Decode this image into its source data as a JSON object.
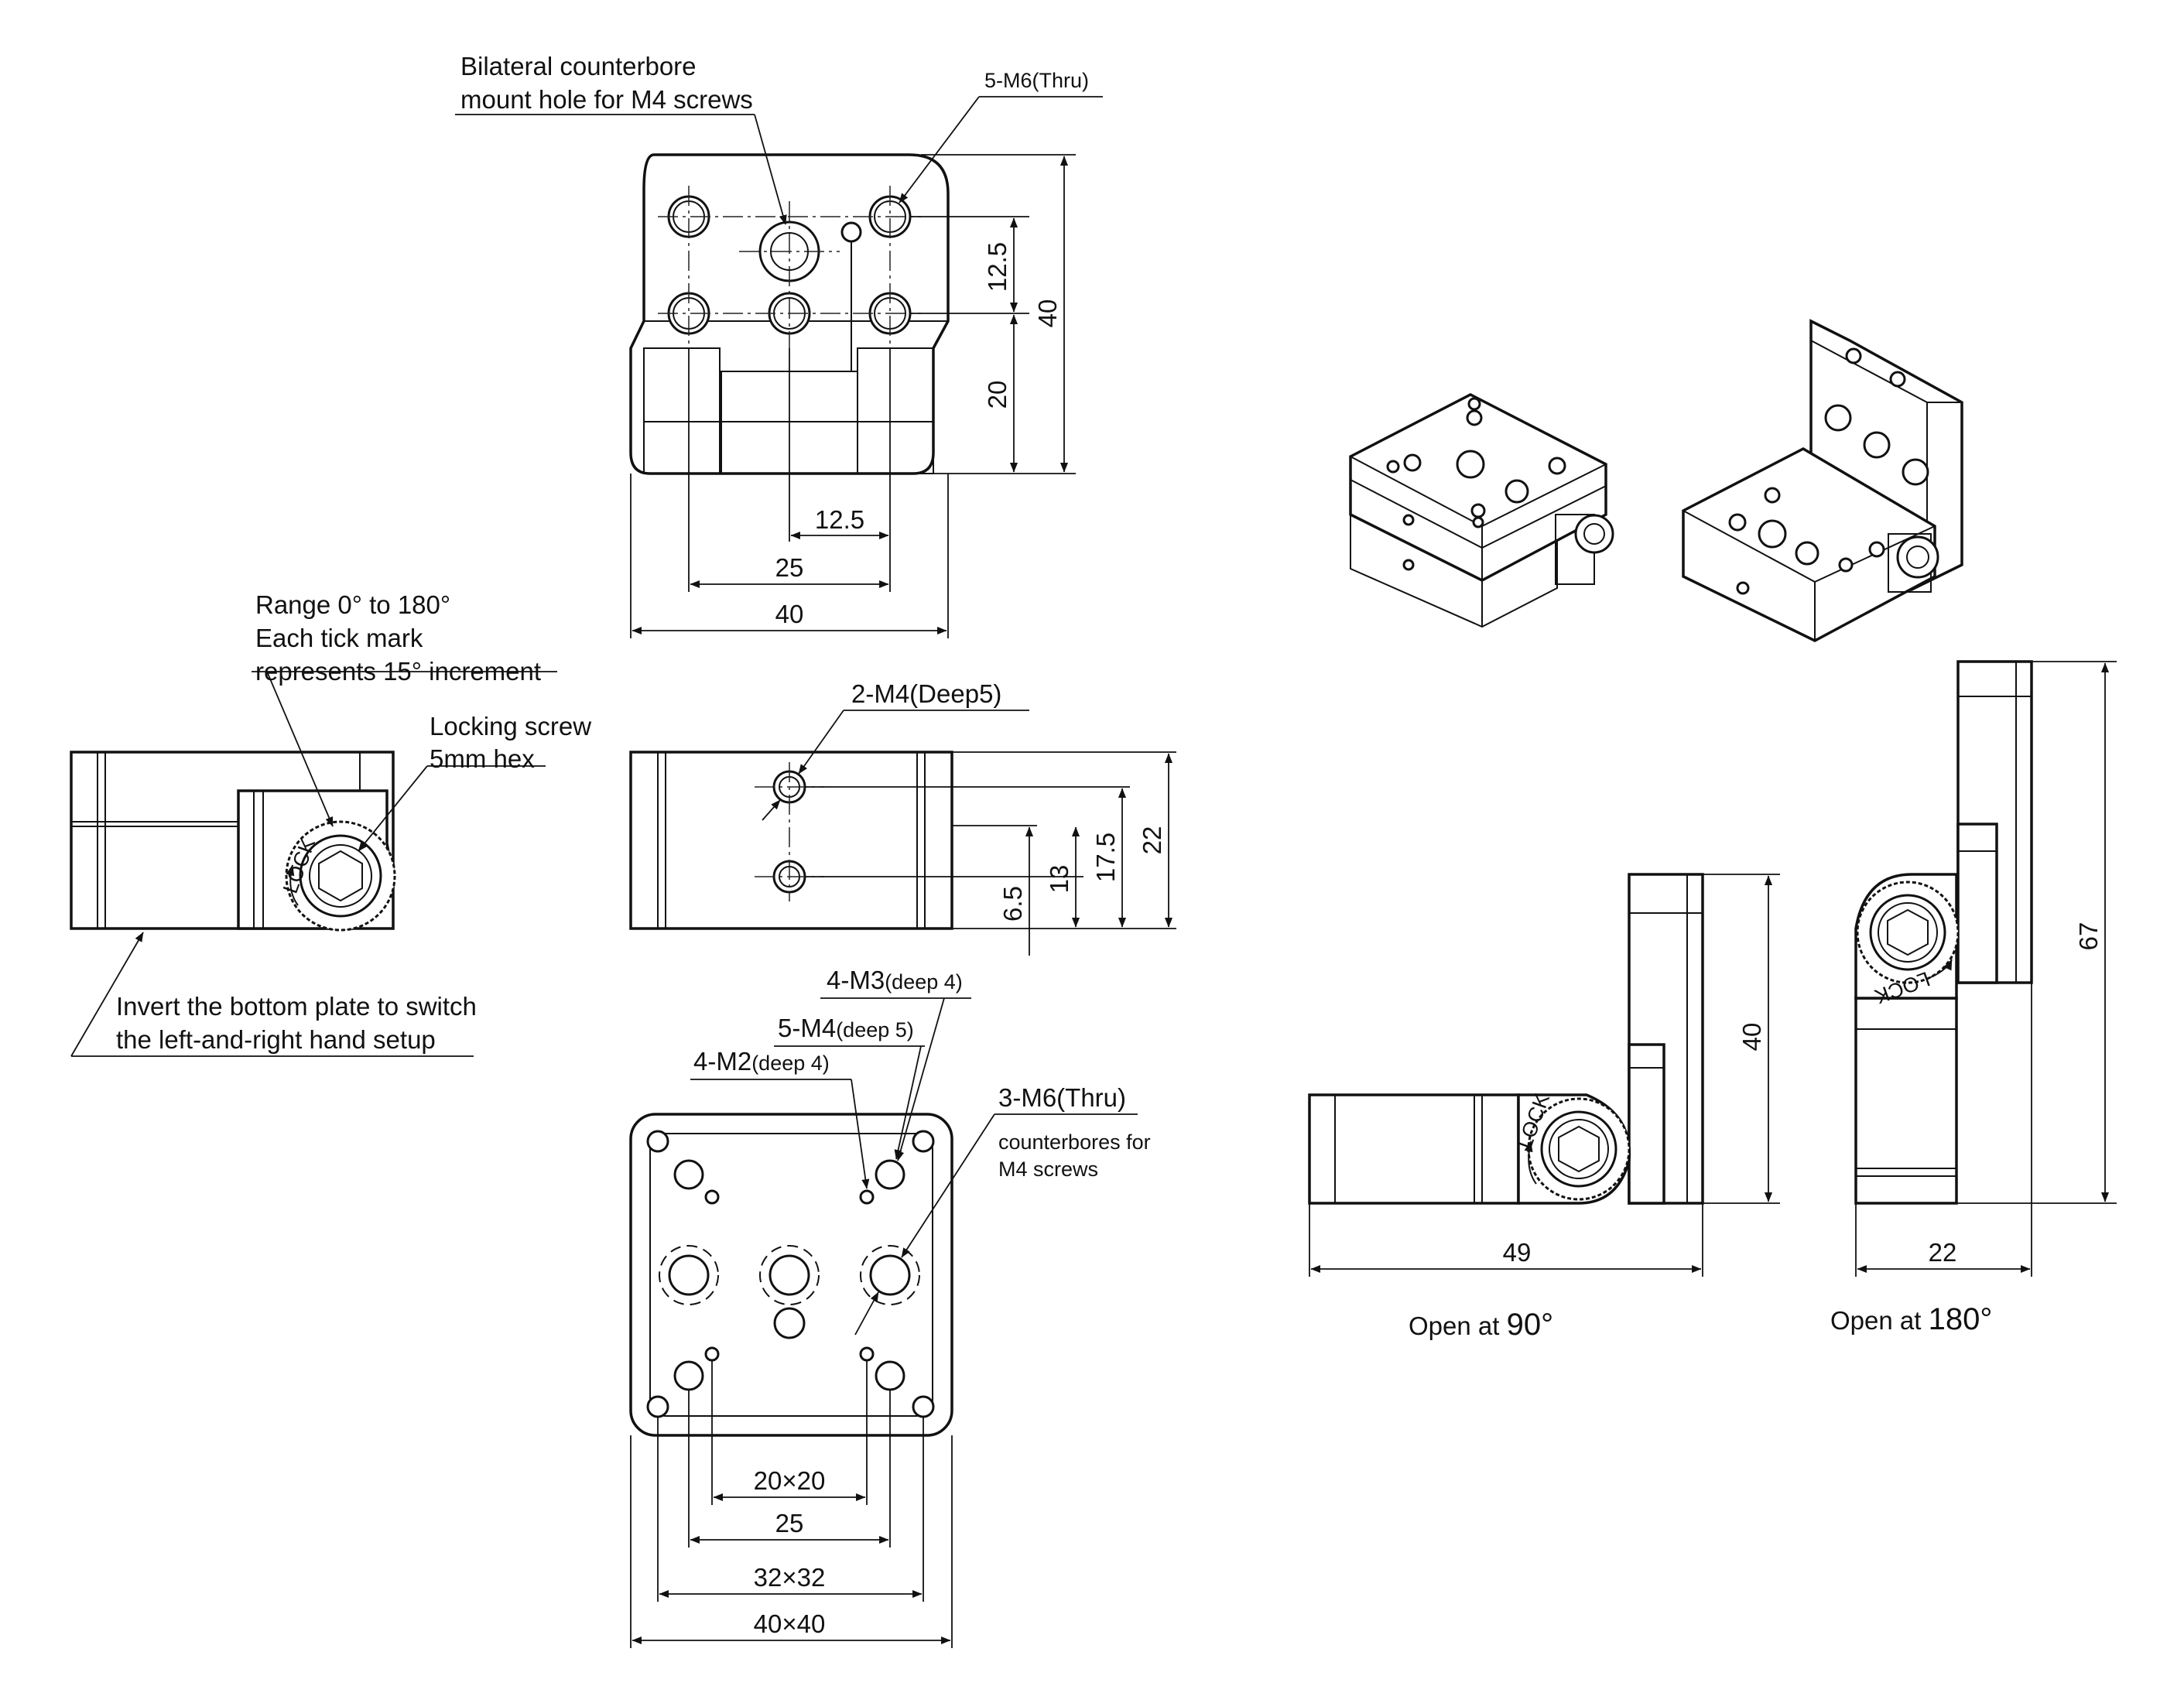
{
  "top_view": {
    "callout_counterbore": [
      "Bilateral counterbore",
      "mount hole for M4 screws"
    ],
    "callout_thru": "5-M6(Thru)",
    "dim_12_5_v": "12.5",
    "dim_20_v": "20",
    "dim_40_v": "40",
    "dim_12_5_h": "12.5",
    "dim_25_h": "25",
    "dim_40_h": "40"
  },
  "side_view": {
    "callout_range": [
      "Range 0° to 180°",
      "Each tick mark",
      "represents 15° increment"
    ],
    "callout_screw": [
      "Locking screw",
      "5mm hex"
    ],
    "lock_label": "LOCK",
    "callout_invert": [
      "Invert the bottom plate to switch",
      "the left-and-right hand setup"
    ]
  },
  "front_view": {
    "callout_m4": "2-M4(Deep5)",
    "dim_6_5": "6.5",
    "dim_13": "13",
    "dim_17_5": "17.5",
    "dim_22": "22"
  },
  "bottom_view": {
    "callout_m3": "4-M3",
    "callout_m3_note": "(deep 4)",
    "callout_m4": "5-M4",
    "callout_m4_note": "(deep 5)",
    "callout_m2": "4-M2",
    "callout_m2_note": "(deep 4)",
    "callout_m6": "3-M6(Thru)",
    "callout_m6_note": [
      "counterbores for",
      "M4 screws"
    ],
    "dim_20x20": "20×20",
    "dim_25": "25",
    "dim_32x32": "32×32",
    "dim_40x40": "40×40"
  },
  "open_90": {
    "dim_40": "40",
    "dim_49": "49",
    "caption_prefix": "Open at ",
    "caption_angle": "90°"
  },
  "open_180": {
    "dim_67": "67",
    "dim_22": "22",
    "caption_prefix": "Open at ",
    "caption_angle": "180°"
  },
  "colors": {
    "line": "#111111",
    "background": "#ffffff"
  }
}
